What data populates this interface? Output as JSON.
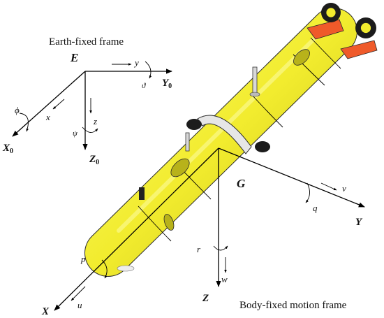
{
  "earth_frame": {
    "title": "Earth-fixed frame",
    "origin": "E",
    "axes": {
      "x": "X",
      "x_sub": "0",
      "y": "Y",
      "y_sub": "0",
      "z": "Z",
      "z_sub": "0"
    },
    "motions": {
      "x": "x",
      "y": "y",
      "z": "z",
      "roll": "ϕ",
      "pitch": "ϑ",
      "yaw": "ψ"
    }
  },
  "body_frame": {
    "title": "Body-fixed motion frame",
    "origin": "G",
    "axes": {
      "x": "X",
      "y": "Y",
      "z": "Z"
    },
    "motions": {
      "surge": "u",
      "sway": "v",
      "heave": "w",
      "roll": "p",
      "pitch": "q",
      "yaw": "r"
    }
  },
  "colors": {
    "hull": "#f2ec2e",
    "hull_shadow": "#c9c21a",
    "fin": "#ef5a2a",
    "collar": "#e6e6e6",
    "thruster": "#1c1c1c"
  }
}
